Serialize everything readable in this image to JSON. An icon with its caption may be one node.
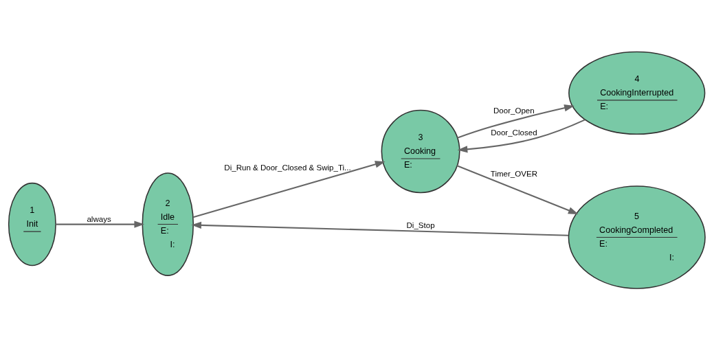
{
  "diagram": {
    "nodes": [
      {
        "text": [
          "1",
          "Init"
        ]
      },
      {
        "text": [
          "2",
          "Idle",
          "E:",
          "I:"
        ]
      },
      {
        "text": [
          "3",
          "Cooking",
          "E:"
        ]
      },
      {
        "text": [
          "4",
          "CookingInterrupted",
          "E:"
        ]
      },
      {
        "text": [
          "5",
          "CookingCompleted",
          "E:",
          "I:"
        ]
      }
    ],
    "edges": [
      {
        "from": 0,
        "to": 1,
        "arrow": "to",
        "label": "always"
      },
      {
        "from": 1,
        "to": 2,
        "arrow": "to",
        "label": "Di_Run & Door_Closed & Swip_Ti..."
      },
      {
        "from": 2,
        "to": 3,
        "arrow": "to",
        "label": "Door_Open"
      },
      {
        "from": 3,
        "to": 2,
        "arrow": "to",
        "label": "Door_Closed"
      },
      {
        "from": 2,
        "to": 4,
        "arrow": "to",
        "label": "Timer_OVER"
      },
      {
        "from": 4,
        "to": 1,
        "arrow": "to",
        "label": "Di_Stop"
      }
    ]
  }
}
